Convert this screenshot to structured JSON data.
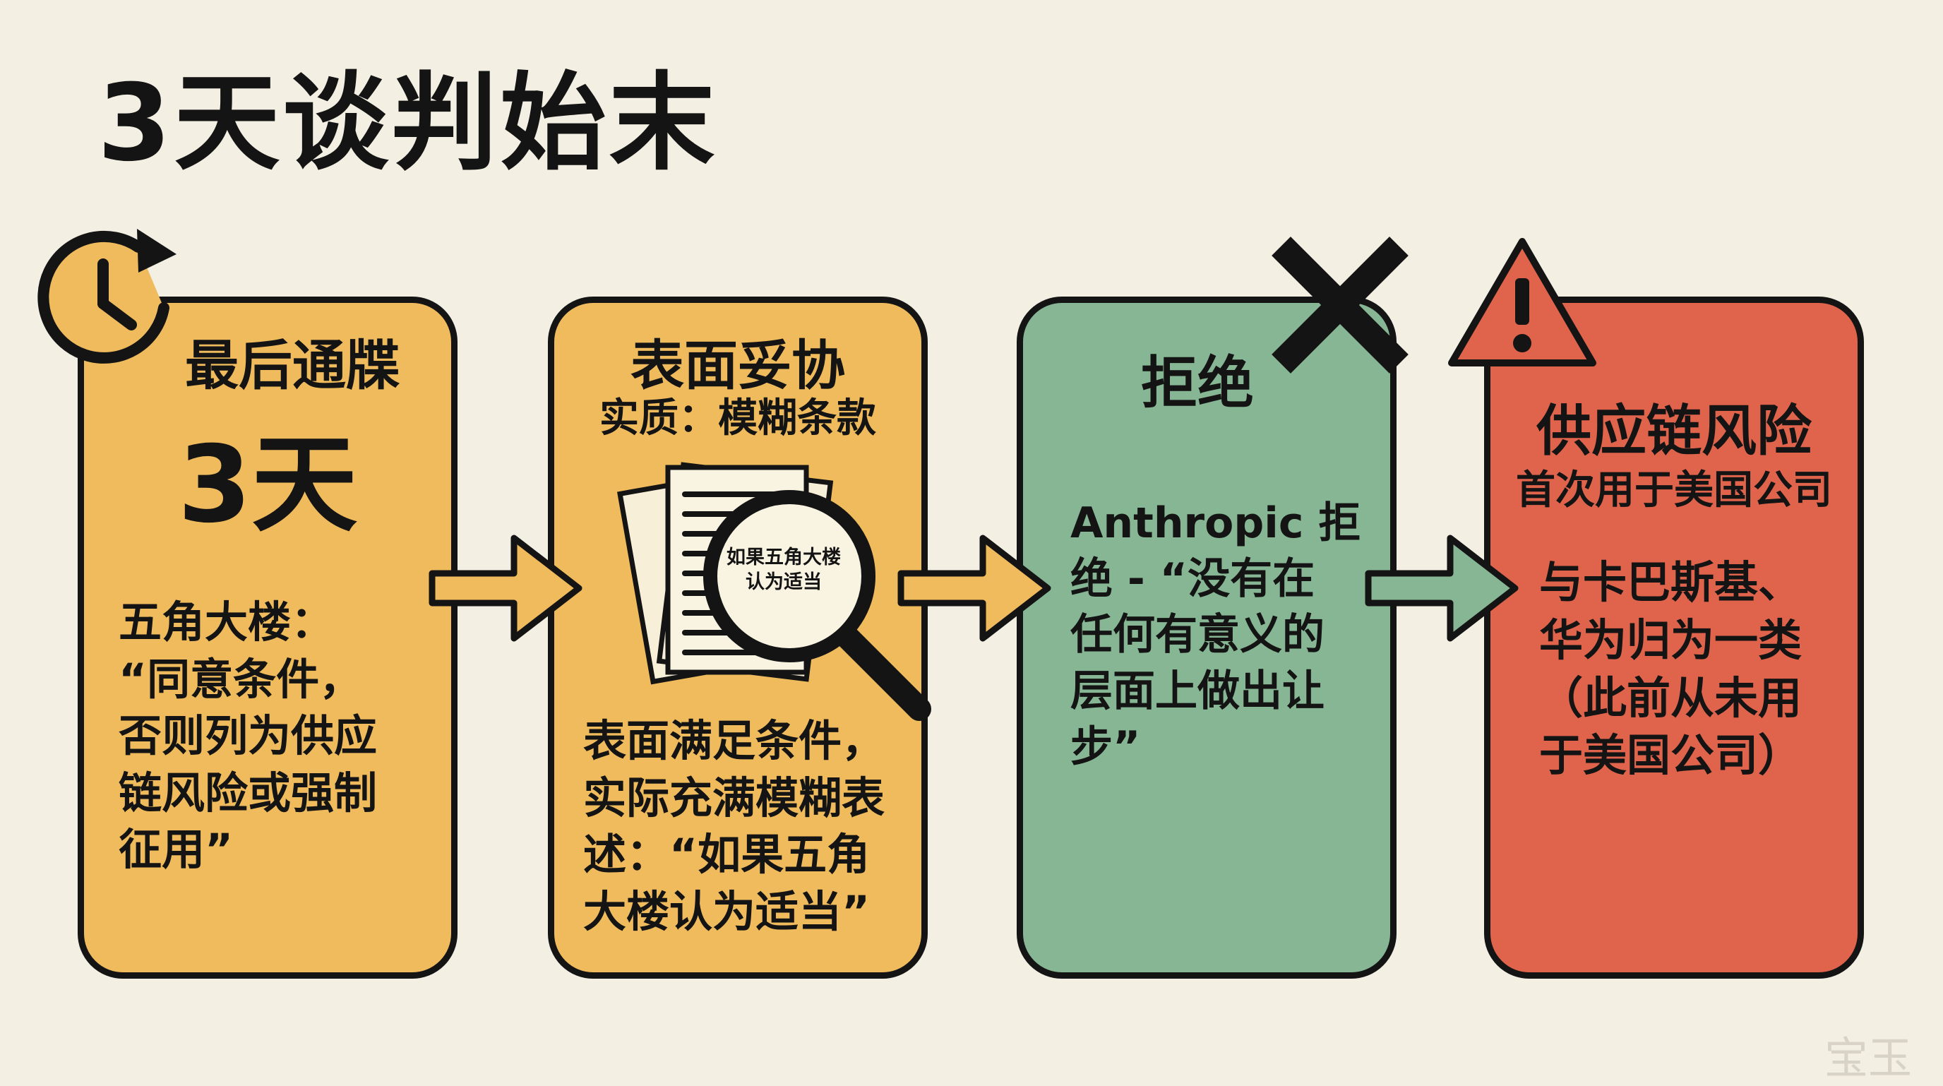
{
  "title": "3天谈判始末",
  "cards": [
    {
      "heading": "最后通牒",
      "big": "3天",
      "lines": [
        "五角大楼：",
        "“同意条件，",
        "否则列为供应",
        "链风险或强制",
        "征用”"
      ],
      "color": "#efbb5c",
      "icon": "clock-icon"
    },
    {
      "heading": "表面妥协",
      "subheading": "实质：模糊条款",
      "illustration_lines": [
        "如果五角大楼",
        "认为适当"
      ],
      "lines": [
        "表面满足条件，",
        "实际充满模糊表",
        "述：“如果五角",
        "大楼认为适当”"
      ],
      "color": "#efbb5c",
      "icon": "magnifier-document-icon"
    },
    {
      "heading": "拒绝",
      "lines": [
        "Anthropic 拒",
        "绝 - “没有在",
        "任何有意义的",
        "层面上做出让",
        "步”"
      ],
      "color": "#87b695",
      "icon": "x-mark-icon"
    },
    {
      "heading": "供应链风险",
      "subheading": "首次用于美国公司",
      "lines": [
        "与卡巴斯基、",
        "华为归为一类",
        "（此前从未用",
        "于美国公司）"
      ],
      "color": "#e0644c",
      "icon": "warning-triangle-icon"
    }
  ],
  "arrows": [
    "arrow-right-icon",
    "arrow-right-icon",
    "arrow-right-icon"
  ],
  "watermark": "宝玉"
}
